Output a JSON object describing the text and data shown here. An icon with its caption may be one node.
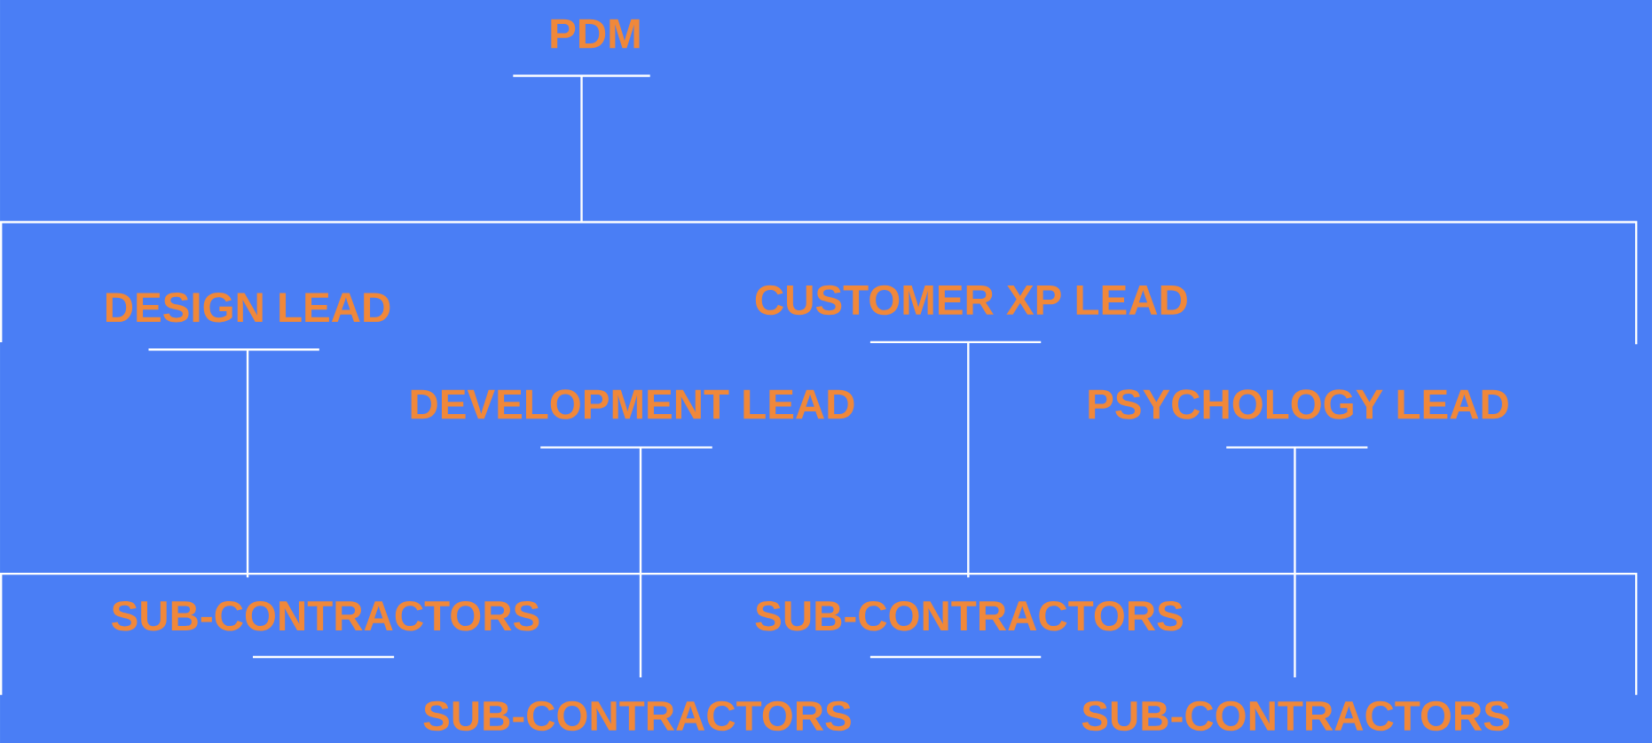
{
  "diagram": {
    "nodes": [
      {
        "text": [
          "PDM"
        ]
      },
      {
        "text": [
          "DESIGN LEAD"
        ]
      },
      {
        "text": [
          "CUSTOMER XP LEAD"
        ]
      },
      {
        "text": [
          "DEVELOPMENT LEAD"
        ]
      },
      {
        "text": [
          "PSYCHOLOGY LEAD"
        ]
      },
      {
        "text": [
          "SUB-CONTRACTORS"
        ]
      },
      {
        "text": [
          "SUB-CONTRACTORS"
        ]
      },
      {
        "text": [
          "SUB-CONTRACTORS"
        ]
      },
      {
        "text": [
          "SUB-CONTRACTORS"
        ]
      }
    ],
    "edges": [
      {
        "from": 1,
        "to": 5,
        "arrow": "none"
      },
      {
        "from": 2,
        "to": 6,
        "arrow": "none"
      },
      {
        "from": 3,
        "to": 7,
        "arrow": "none"
      },
      {
        "from": 4,
        "to": 8,
        "arrow": "none"
      }
    ]
  }
}
